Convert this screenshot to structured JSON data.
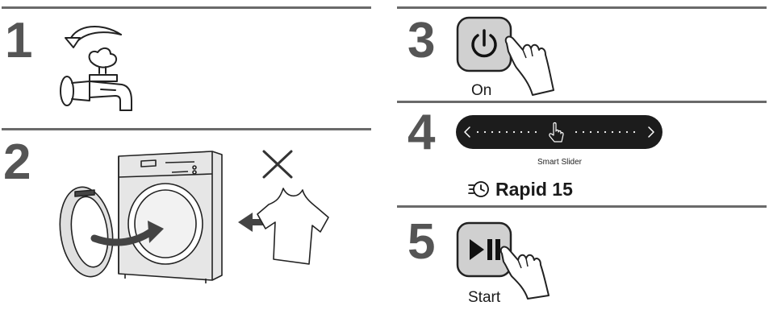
{
  "steps": [
    {
      "number": "1"
    },
    {
      "number": "2"
    },
    {
      "number": "3",
      "caption": "On"
    },
    {
      "number": "4",
      "caption": "Smart Slider"
    },
    {
      "number": "5",
      "caption": "Start"
    }
  ],
  "program": "Rapid 15",
  "icons": {
    "step1": "water-tap-icon",
    "step2": "washing-machine-icon",
    "step3": "power-button-icon",
    "step4": "smart-slider-icon",
    "step5": "start-pause-button-icon"
  },
  "colors": {
    "number": "#555555",
    "button": "#d0d0d0",
    "slider": "#1c1c1c"
  }
}
